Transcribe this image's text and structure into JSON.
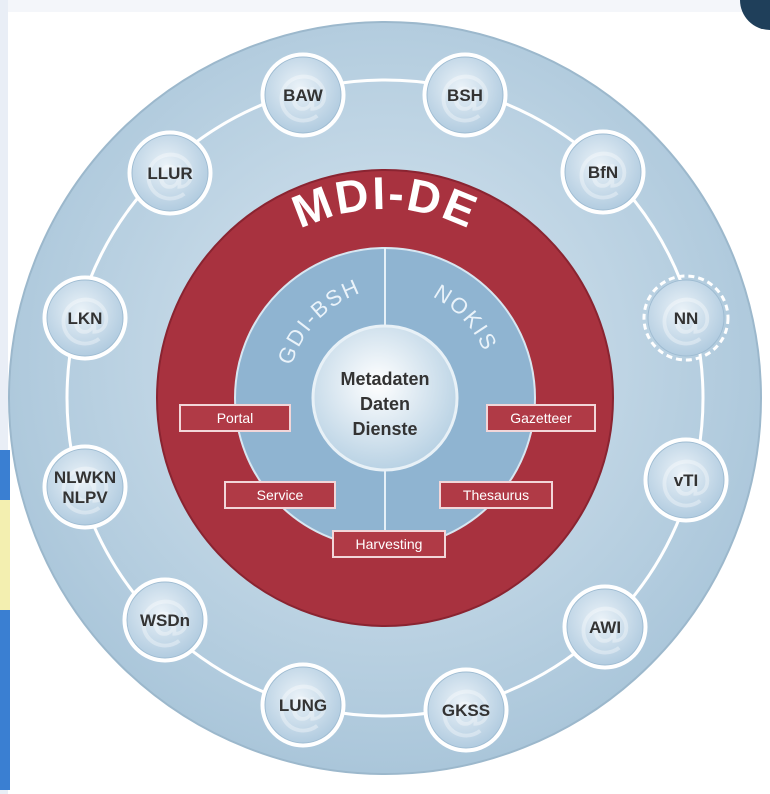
{
  "diagram": {
    "title": "MDI-DE",
    "left_arc": "GDI-BSH",
    "right_arc": "NOKIS",
    "center_lines": [
      "Metadaten",
      "Daten",
      "Dienste"
    ],
    "tags": [
      "Portal",
      "Gazetteer",
      "Service",
      "Thesaurus",
      "Harvesting"
    ],
    "nodes": [
      {
        "label": "BAW"
      },
      {
        "label": "BSH"
      },
      {
        "label": "BfN"
      },
      {
        "label": "NN",
        "dashed": true
      },
      {
        "label": "vTI"
      },
      {
        "label": "AWI"
      },
      {
        "label": "GKSS"
      },
      {
        "label": "LUNG"
      },
      {
        "label": "WSDn"
      },
      {
        "label": "NLWKN\nNLPV"
      },
      {
        "label": "LKN"
      },
      {
        "label": "LLUR"
      }
    ],
    "node_icon": "at-sign-icon",
    "colors": {
      "outer_ring": "#bcd4e4",
      "red_ring": "#a8323f",
      "inner_ring": "#8fb4d1",
      "center": "#e4eff6",
      "node_fill": "#d2e3ee",
      "tag_fill": "#b03a46"
    }
  }
}
